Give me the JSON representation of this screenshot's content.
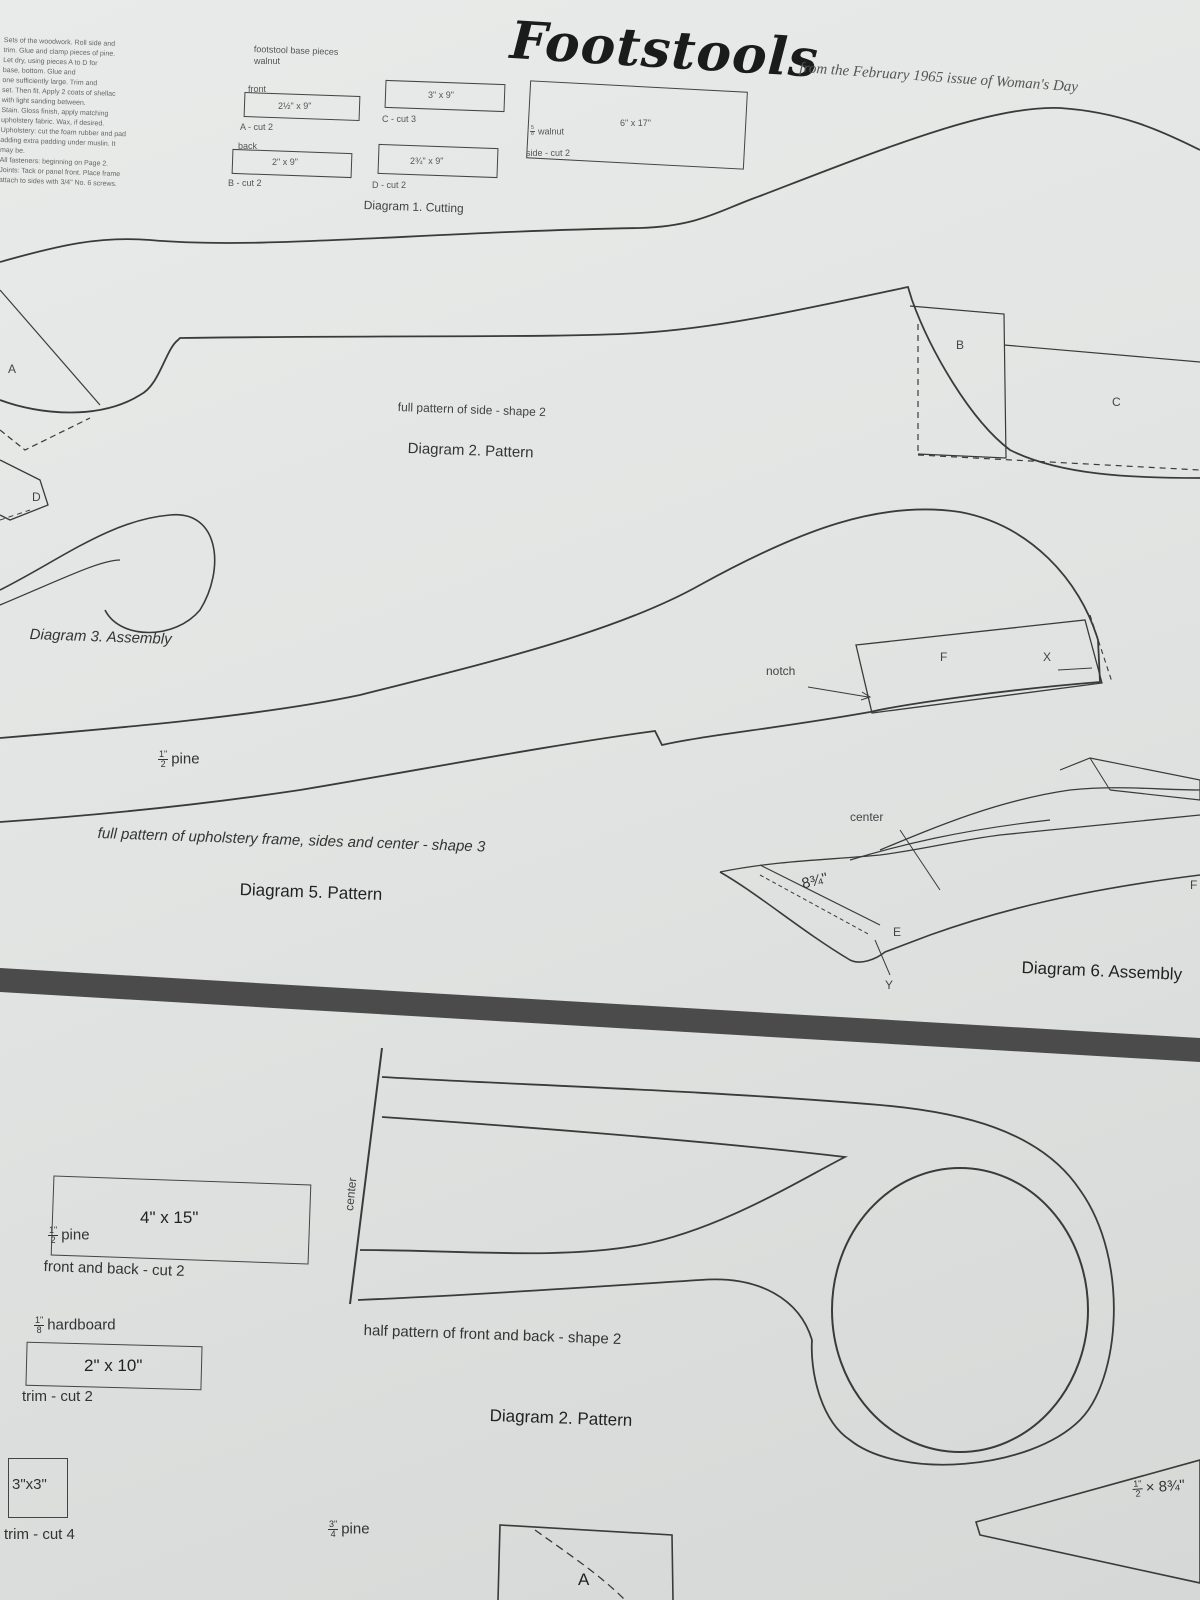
{
  "header": {
    "title": "Footstools",
    "subtitle": "from the February 1965 issue of Woman's Day"
  },
  "instructions": {
    "lines": [
      "Sets of the woodwork. Roll side and",
      "trim. Glue and clamp pieces of pine.",
      "Let dry, using pieces A to D for",
      "base, bottom. Glue and",
      "one sufficiently large. Trim and",
      "set. Then fit. Apply 2 coats of shellac",
      "with light sanding between.",
      "Stain. Gloss finish, apply matching",
      "upholstery fabric. Wax, if desired.",
      "Upholstery: cut the foam rubber and pad",
      "adding extra padding under muslin. It",
      "may be.",
      "All fasteners: beginning on Page 2.",
      "Joints: Tack or panel front. Place frame",
      "attach to sides with 3/4\" No. 6 screws."
    ]
  },
  "cutting": {
    "base_heading": "footstool base pieces",
    "walnut_label": "walnut",
    "front_label": "front",
    "back_label": "back",
    "piece_a_size": "2½\" x 9\"",
    "piece_a_label": "A - cut 2",
    "piece_b_size": "2\" x 9\"",
    "piece_b_label": "B - cut 2",
    "piece_c_size": "3\" x 9\"",
    "piece_c_label": "C - cut 3",
    "piece_d_size": "2¾\" x 9\"",
    "piece_d_label": "D - cut 2",
    "side_size": "6\" x 17\"",
    "side_walnut": "walnut",
    "side_label": "side - cut 2",
    "caption": "Diagram 1. Cutting"
  },
  "diagram2_top": {
    "label_a": "A",
    "label_b": "B",
    "label_c": "C",
    "note": "full pattern of side - shape 2",
    "caption": "Diagram 2. Pattern"
  },
  "diagram3": {
    "label_d": "D",
    "caption": "Diagram 3. Assembly"
  },
  "diagram5": {
    "label_f": "F",
    "label_x": "X",
    "notch_label": "notch",
    "pine_label": "pine",
    "note": "full pattern of upholstery frame, sides and center - shape 3",
    "caption": "Diagram 5. Pattern"
  },
  "diagram6": {
    "center_label": "center",
    "dimension": "8¾\"",
    "label_e": "E",
    "label_y": "Y",
    "label_f": "F",
    "caption": "Diagram 6. Assembly"
  },
  "bottom": {
    "front_back_size": "4\" x 15\"",
    "front_back_pine": "pine",
    "front_back_label": "front and back - cut 2",
    "hardboard_label": "hardboard",
    "trim_size": "2\" x 10\"",
    "trim_label": "trim - cut 2",
    "trim_square_size": "3\"x3\"",
    "trim_square_label": "trim - cut 4",
    "pine_34": "pine",
    "center_label": "center",
    "note": "half pattern of front and back - shape 2",
    "caption": "Diagram 2. Pattern",
    "corner_dim": "× 8¾\"",
    "label_a": "A"
  },
  "fractions": {
    "half_n": "1\"",
    "half_d": "2",
    "eighth_n": "1\"",
    "eighth_d": "8",
    "three_quarter_n": "3\"",
    "three_quarter_d": "4",
    "walnut_frac_n": "5",
    "walnut_frac_d": "8"
  }
}
